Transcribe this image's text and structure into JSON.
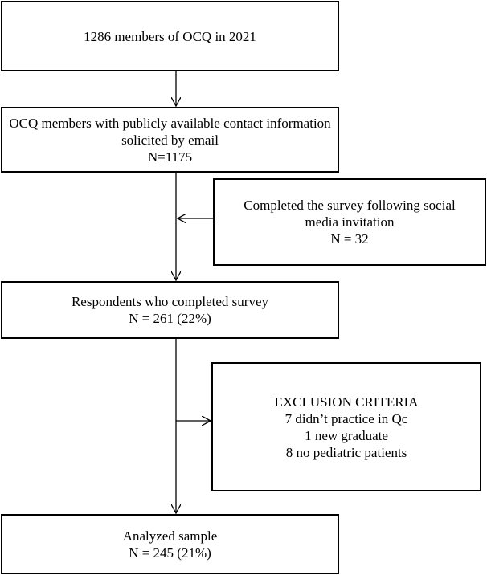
{
  "flowchart": {
    "box_total_members": {
      "lines": [
        "1286 members of OCQ in 2021"
      ]
    },
    "box_solicited": {
      "lines": [
        "OCQ members with publicly available contact information",
        "solicited by email",
        "N=1175"
      ]
    },
    "box_social_media": {
      "lines": [
        "Completed the survey following social",
        "media invitation",
        "N = 32"
      ]
    },
    "box_respondents": {
      "lines": [
        "Respondents who completed survey",
        "N = 261 (22%)"
      ]
    },
    "box_exclusion": {
      "lines": [
        "EXCLUSION CRITERIA",
        "7 didn’t practice in Qc",
        "1 new graduate",
        "8 no pediatric patients"
      ]
    },
    "box_analyzed": {
      "lines": [
        "Analyzed sample",
        "N = 245 (21%)"
      ]
    }
  }
}
